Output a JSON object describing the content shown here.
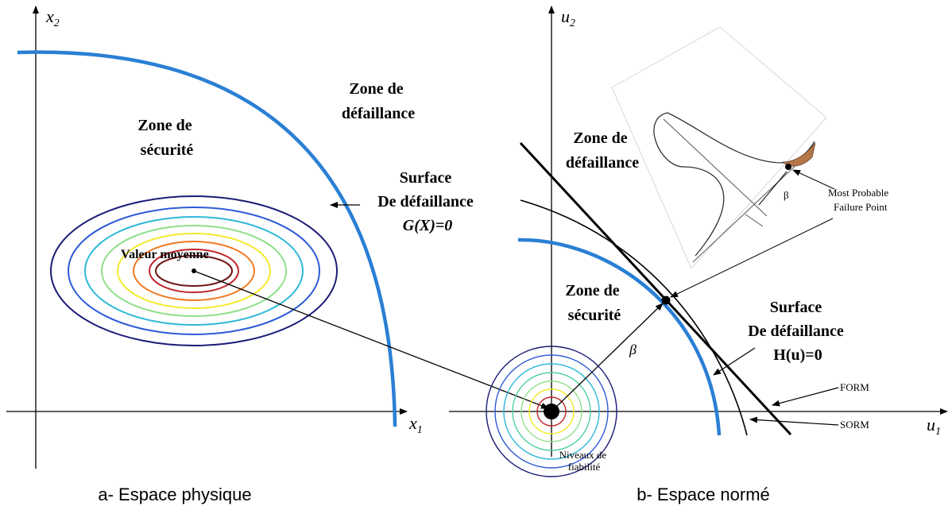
{
  "left": {
    "axis_x": {
      "main": "x",
      "sub": "1"
    },
    "axis_y": {
      "main": "x",
      "sub": "2"
    },
    "zone_failure": [
      "Zone de",
      "défaillance"
    ],
    "zone_safety": [
      "Zone de",
      "sécurité"
    ],
    "surface": [
      "Surface",
      "De défaillance",
      "G(X)=0"
    ],
    "mean_label": "Valeur moyenne",
    "caption": "a- Espace physique"
  },
  "right": {
    "axis_x": {
      "main": "u",
      "sub": "1"
    },
    "axis_y": {
      "main": "u",
      "sub": "2"
    },
    "zone_failure": [
      "Zone de",
      "défaillance"
    ],
    "zone_safety": [
      "Zone de",
      "sécurité"
    ],
    "surface": [
      "Surface",
      "De défaillance",
      "H(u)=0"
    ],
    "beta_label": "β",
    "inset_beta": "β",
    "mpfp": [
      "Most Probable",
      "Failure Point"
    ],
    "form_label": "FORM",
    "sorm_label": "SORM",
    "levels": [
      "Niveaux de",
      "fiabilité"
    ],
    "caption": "b- Espace normé"
  },
  "colors": {
    "boundary": "#2a7fd4",
    "contours": [
      "#1c1c78",
      "#2d5bd6",
      "#2fb8d8",
      "#8fe08a",
      "#f2ea2c",
      "#f07a22",
      "#c0262a",
      "#6e1414"
    ],
    "failure_region": "#b5764a"
  }
}
